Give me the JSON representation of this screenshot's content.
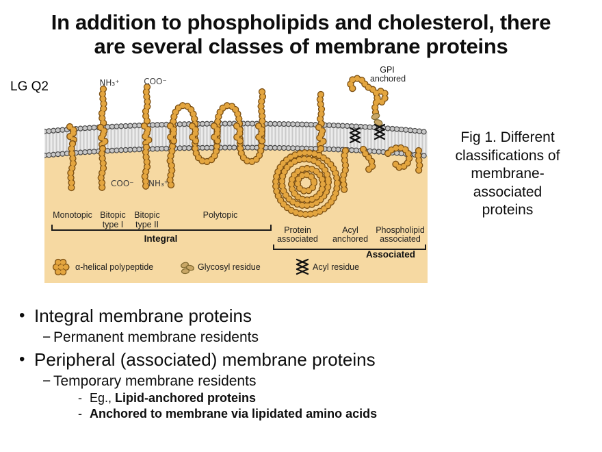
{
  "slide": {
    "title_line1": "In addition to phospholipids and cholesterol, there",
    "title_line2": "are several classes of membrane proteins",
    "corner_note": "LG Q2"
  },
  "figure": {
    "caption_lines": [
      "Fig 1.  Different",
      "classifications of",
      "membrane-",
      "associated",
      "proteins"
    ],
    "labels": {
      "nh3_top": "NH₃⁺",
      "coo_top": "COO⁻",
      "coo_bottom": "COO⁻",
      "nh3_bottom": "NH₃⁺",
      "gpi_line1": "GPI",
      "gpi_line2": "anchored",
      "monotopic": "Monotopic",
      "bitopic1_line1": "Bitopic",
      "bitopic1_line2": "type I",
      "bitopic2_line1": "Bitopic",
      "bitopic2_line2": "type II",
      "polytopic": "Polytopic",
      "integral": "Integral",
      "protein_assoc_line1": "Protein",
      "protein_assoc_line2": "associated",
      "acyl_anchored_line1": "Acyl",
      "acyl_anchored_line2": "anchored",
      "phospholipid_line1": "Phospholipid",
      "phospholipid_line2": "associated",
      "associated": "Associated"
    },
    "legend": {
      "alpha_helical": "α-helical polypeptide",
      "glycosyl": "Glycosyl residue",
      "acyl": "Acyl residue"
    },
    "colors": {
      "cytoplasm": "#f6d9a2",
      "bead_fill": "#e3a53f",
      "bead_outline": "#7a4e12",
      "lipid_head_fill": "#c8c8c8",
      "lipid_head_outline": "#474747",
      "lipid_tail_area": "#ececec",
      "glycosyl_fill": "#c9a766"
    }
  },
  "bullets": {
    "bullet_char": "•",
    "dash_char": "−",
    "hyphen_char": "-",
    "item1": "Integral membrane proteins",
    "sub1": "Permanent membrane residents",
    "item2": "Peripheral (associated) membrane proteins",
    "sub2": "Temporary membrane residents",
    "sub3_prefix": "Eg., ",
    "sub3_bold": "Lipid-anchored proteins",
    "sub4": "Anchored to membrane via lipidated amino acids"
  }
}
